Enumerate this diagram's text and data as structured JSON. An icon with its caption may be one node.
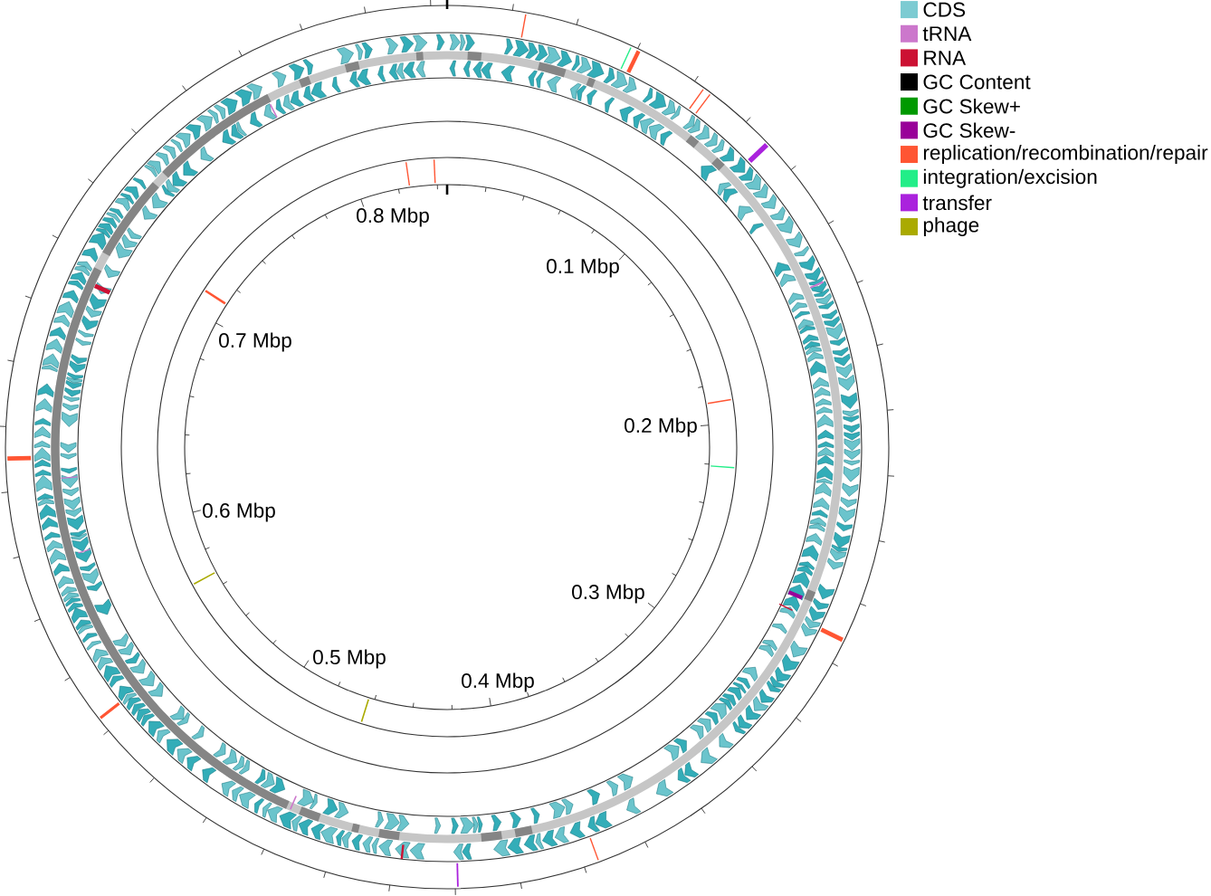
{
  "diagram": {
    "labels": [
      "0.8 Mbp",
      "0.1 Mbp",
      "0.7 Mbp",
      "0.2 Mbp",
      "0.6 Mbp",
      "0.3 Mbp",
      "0.5 Mbp",
      "0.4 Mbp"
    ],
    "legend": [
      {
        "text": "CDS",
        "color": "#7ccbd2"
      },
      {
        "text": "tRNA",
        "color": "#cc77cc"
      },
      {
        "text": "RNA",
        "color": "#cc1133"
      },
      {
        "text": "GC Content",
        "color": "#000000"
      },
      {
        "text": "GC Skew+",
        "color": "#009900"
      },
      {
        "text": "GC Skew-",
        "color": "#990099"
      },
      {
        "text": "replication/recombination/repair",
        "color": "#ff5533"
      },
      {
        "text": "integration/excision",
        "color": "#22ee88"
      },
      {
        "text": "transfer",
        "color": "#aa22dd"
      },
      {
        "text": "phage",
        "color": "#aaaa00"
      }
    ]
  }
}
